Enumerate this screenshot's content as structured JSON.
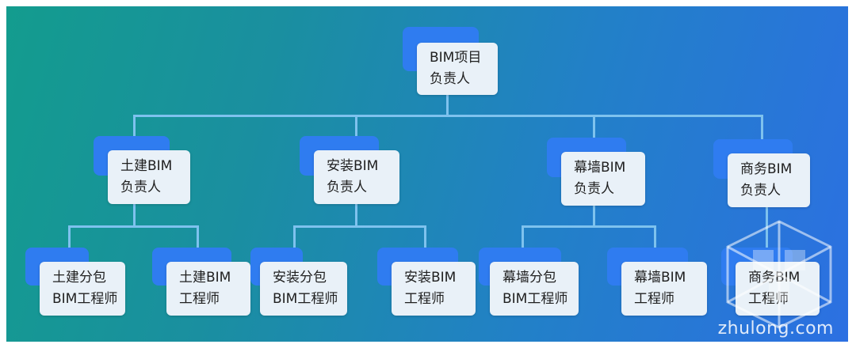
{
  "org_chart": {
    "root": {
      "line1": "BIM项目",
      "line2": "负责人"
    },
    "managers": [
      {
        "line1": "土建BIM",
        "line2": "负责人"
      },
      {
        "line1": "安装BIM",
        "line2": "负责人"
      },
      {
        "line1": "幕墙BIM",
        "line2": "负责人"
      },
      {
        "line1": "商务BIM",
        "line2": "负责人"
      }
    ],
    "engineers": [
      {
        "line1": "土建分包",
        "line2": "BIM工程师"
      },
      {
        "line1": "土建BIM",
        "line2": "工程师"
      },
      {
        "line1": "安装分包",
        "line2": "BIM工程师"
      },
      {
        "line1": "安装BIM",
        "line2": "工程师"
      },
      {
        "line1": "幕墙分包",
        "line2": "BIM工程师"
      },
      {
        "line1": "幕墙BIM",
        "line2": "工程师"
      },
      {
        "line1": "商务BIM",
        "line2": "工程师"
      }
    ]
  },
  "watermark": {
    "text": "zhulong.com"
  },
  "colors": {
    "background_start": "#139c8e",
    "background_end": "#2c70e2",
    "node_back": "#2f7cf0",
    "node_front": "#e9f1f8",
    "connector": "#7ec2ee"
  }
}
